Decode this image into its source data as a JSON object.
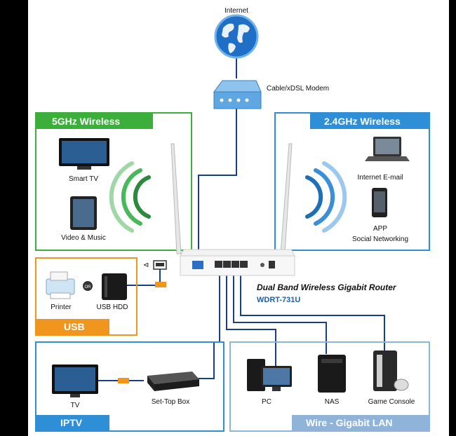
{
  "internet": {
    "label": "Internet"
  },
  "modem": {
    "label": "Cable/xDSL Modem"
  },
  "wireless_5g": {
    "title": "5GHz Wireless",
    "devices": [
      "Smart TV",
      "Video & Music"
    ]
  },
  "wireless_24g": {
    "title": "2.4GHz Wireless",
    "devices": [
      "Internet E-mail",
      "APP",
      "Social Networking"
    ]
  },
  "usb": {
    "title": "USB",
    "devices": [
      "Printer",
      "USB HDD"
    ],
    "or_label": "OR"
  },
  "router": {
    "title": "Dual Band Wireless Gigabit Router",
    "model": "WDRT-731U"
  },
  "iptv": {
    "title": "IPTV",
    "devices": [
      "TV",
      "Set-Top Box"
    ]
  },
  "lan": {
    "title": "Wire - Gigabit LAN",
    "devices": [
      "PC",
      "NAS",
      "Game Console"
    ]
  },
  "colors": {
    "green": "#3cae3c",
    "blue": "#2f8fd6",
    "orange": "#f0961e",
    "lightblue": "#8fb3d9",
    "cable": "#1a3f8a"
  }
}
